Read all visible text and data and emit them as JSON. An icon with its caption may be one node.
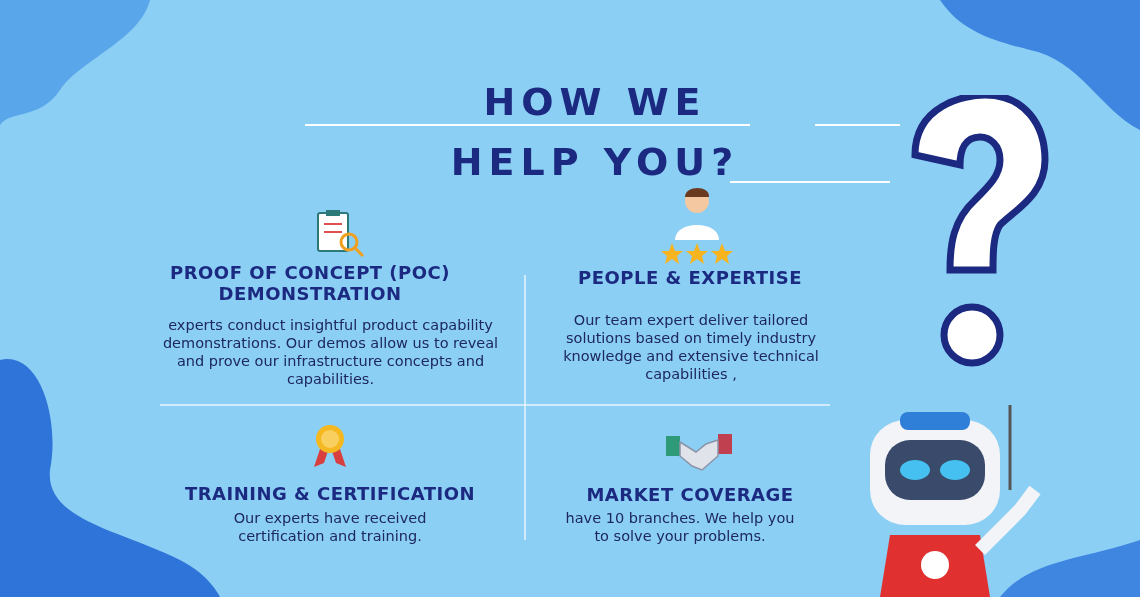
{
  "diagram": {
    "title": "HOW WE HELP YOU?",
    "labels": [
      "PROOF OF CONCEPT (POC) DEMONSTRATION",
      "experts conduct insightful product capability demonstrations. Our demos allow us to reveal and prove our infrastructure concepts and capabilities.",
      "PEOPLE & EXPERTISE",
      "Our team expert deliver tailored solutions based on timely industry knowledge and extensive technical capabilities ,",
      "TRAINING & CERTIFICATION",
      "Our experts have received certification and training.",
      "MARKET COVERAGE",
      "have 10 branches. We help you to solve your  problems."
    ]
  }
}
